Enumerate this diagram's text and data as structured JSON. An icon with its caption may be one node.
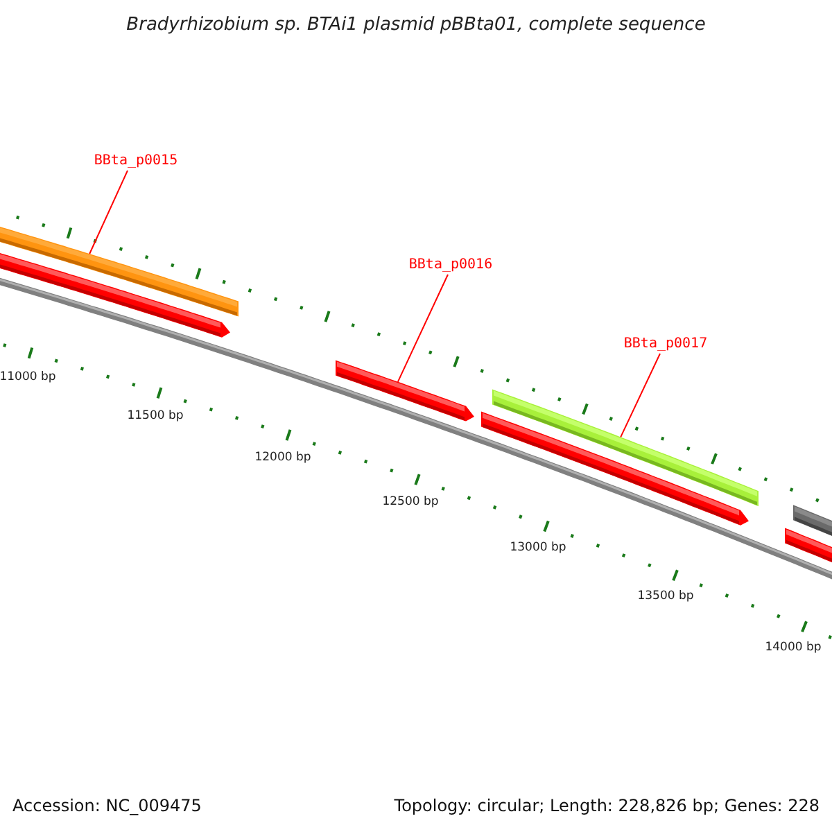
{
  "diagram": {
    "title": "Bradyrhizobium sp. BTAi1 plasmid pBBta01, complete sequence",
    "nodes": [
      {
        "text": [
          "BBta_p0015"
        ]
      },
      {
        "text": [],
        "shape": "bar"
      },
      {
        "text": [
          "BBta_p0016"
        ]
      },
      {
        "text": [],
        "shape": "bar"
      },
      {
        "text": [
          "BBta_p0017"
        ]
      },
      {
        "text": [],
        "shape": "bar"
      }
    ],
    "edges": [
      {
        "from": 0,
        "to": 1,
        "arrow": "none"
      },
      {
        "from": 2,
        "to": 3,
        "arrow": "none"
      },
      {
        "from": 4,
        "to": 5,
        "arrow": "none"
      }
    ],
    "labels": [
      "11000 bp",
      "11500 bp",
      "12000 bp",
      "12500 bp",
      "13000 bp",
      "13500 bp",
      "14000 bp",
      "Accession: NC_009475",
      "Topology: circular; Length: 228,826 bp; Genes: 228"
    ]
  }
}
